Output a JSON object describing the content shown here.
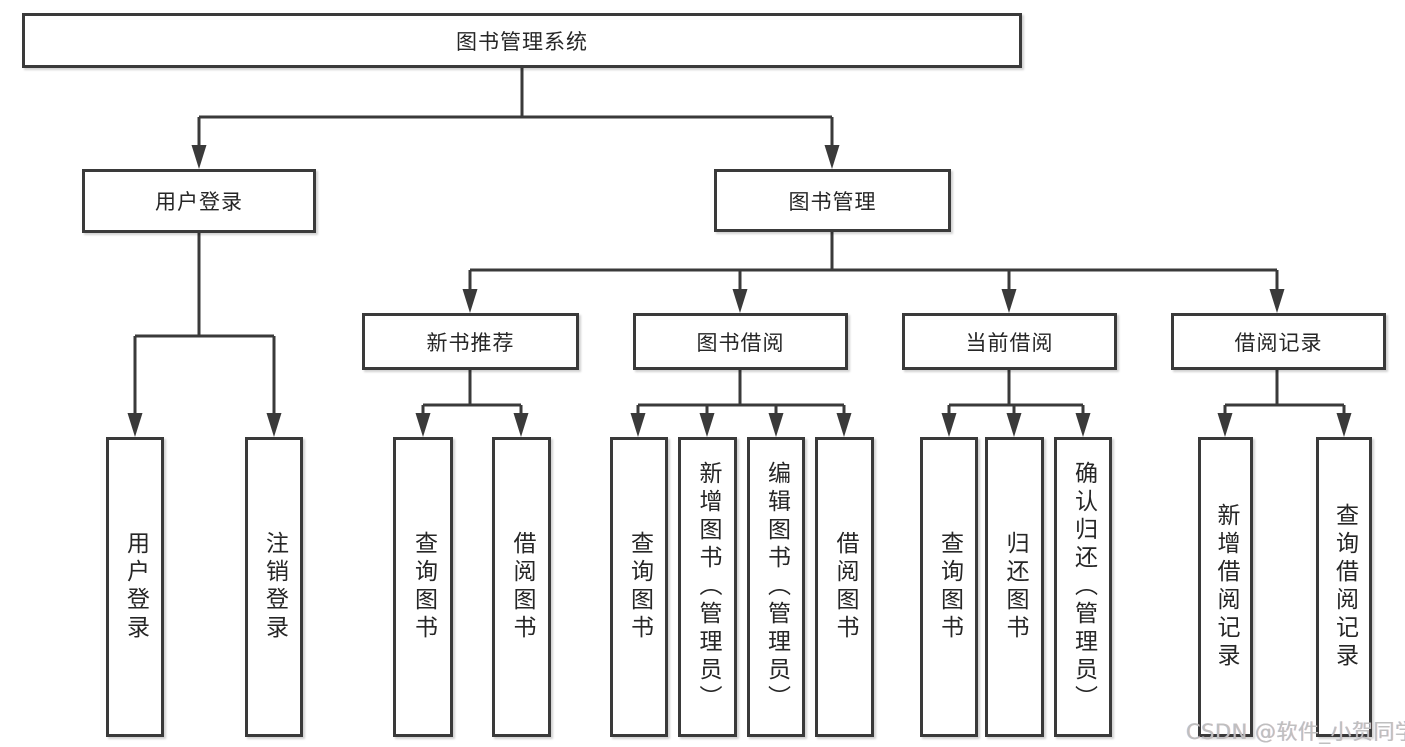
{
  "diagram": {
    "title": "图书管理系统",
    "level2": {
      "user_login": {
        "label": "用户登录"
      },
      "book_mgmt": {
        "label": "图书管理"
      }
    },
    "level3": {
      "new_books": {
        "label": "新书推荐"
      },
      "book_borrow": {
        "label": "图书借阅"
      },
      "current_borrow": {
        "label": "当前借阅"
      },
      "borrow_records": {
        "label": "借阅记录"
      }
    },
    "level4": {
      "user_login_leaf": {
        "label": "用户登录"
      },
      "logout": {
        "label": "注销登录"
      },
      "query_books_new": {
        "label": "查询图书"
      },
      "borrow_books_new": {
        "label": "借阅图书"
      },
      "query_books_borrow": {
        "label": "查询图书"
      },
      "add_books_admin": {
        "label": "新增图书（管理员）"
      },
      "edit_books_admin": {
        "label": "编辑图书（管理员）"
      },
      "borrow_books_borrow": {
        "label": "借阅图书"
      },
      "query_books_current": {
        "label": "查询图书"
      },
      "return_books": {
        "label": "归还图书"
      },
      "confirm_return_admin": {
        "label": "确认归还（管理员）"
      },
      "add_borrow_record": {
        "label": "新增借阅记录"
      },
      "query_borrow_record": {
        "label": "查询借阅记录"
      }
    }
  },
  "watermark": {
    "text": "CSDN @软件_小贺同学"
  },
  "colors": {
    "line": "#3a3a3a",
    "box_border": "#3a3a3a",
    "box_fill": "#ffffff",
    "text": "#262626",
    "watermark": "#bfbfbf",
    "background": "#ffffff"
  }
}
